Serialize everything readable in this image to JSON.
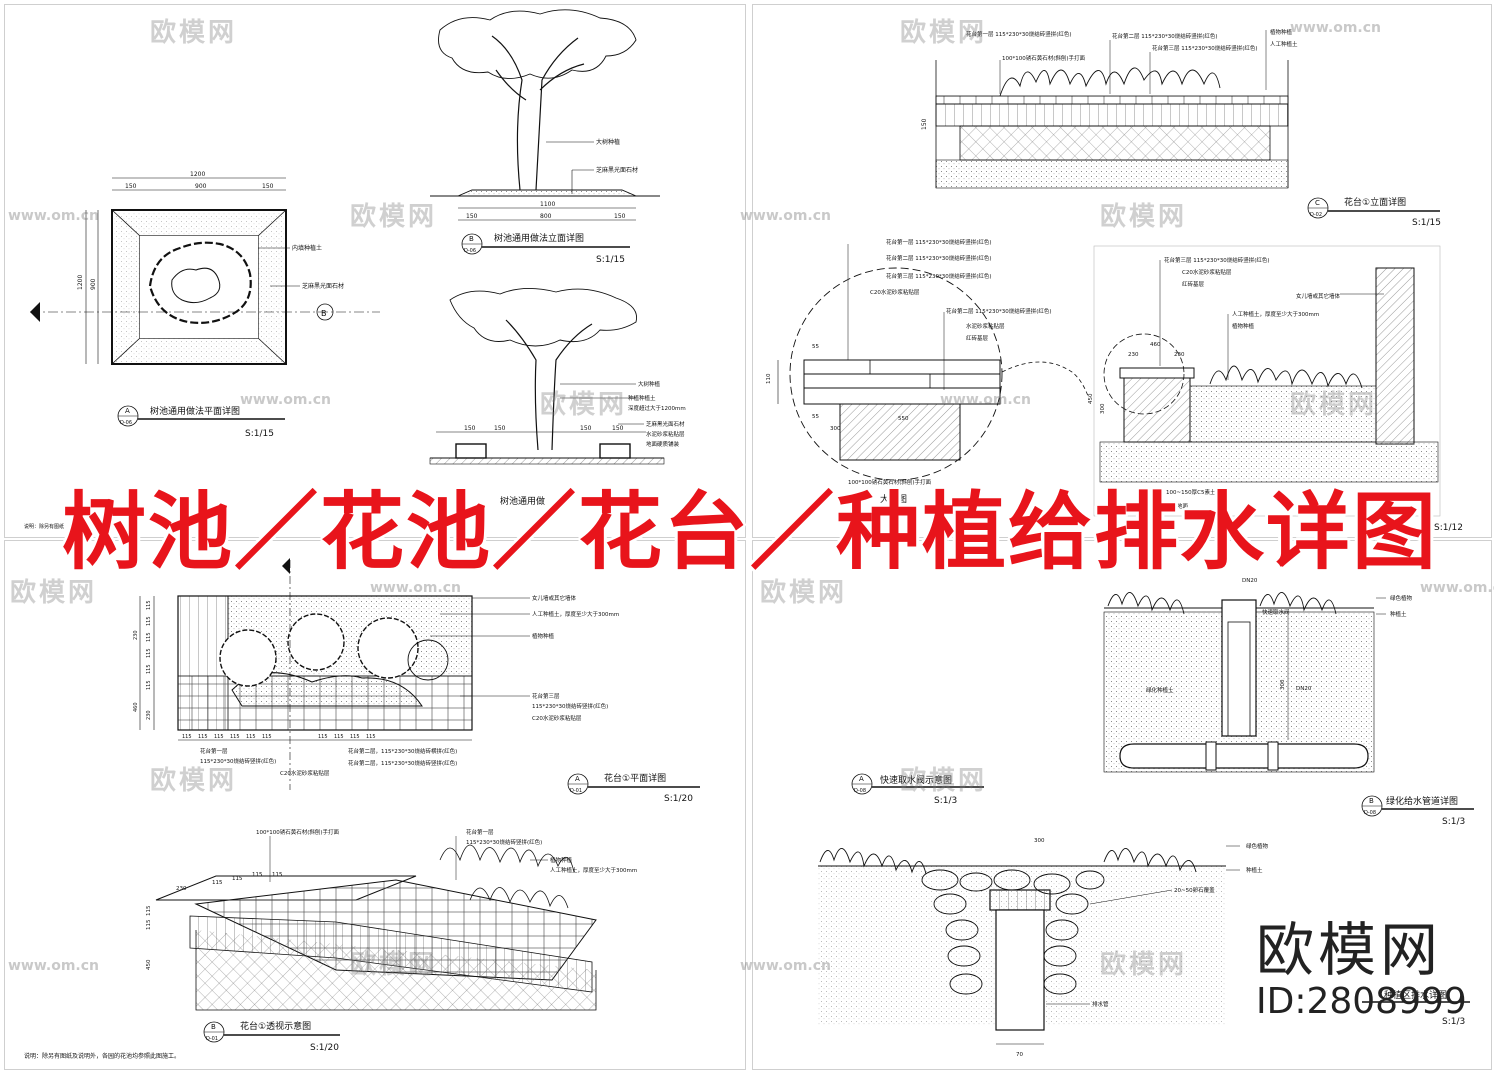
{
  "title": "树池／花池／花台／种植给排水详图",
  "brand": {
    "name": "欧模网",
    "id": "ID:2808999"
  },
  "watermark": {
    "logo_text": "欧模网",
    "url": "www.om.cn"
  },
  "drawings": {
    "tree_pit_plan": {
      "label": "树池通用做法平面详图",
      "ref_letter": "A",
      "ref_sheet": "D-06",
      "scale": "S:1/15",
      "dims": [
        "1200",
        "150",
        "900",
        "150",
        "150",
        "150"
      ],
      "dims_side": [
        "1200",
        "900"
      ],
      "notes": [
        "内填种植土",
        "芝麻黑光面石材"
      ]
    },
    "tree_pit_elev": {
      "label": "树池通用做法立面详图",
      "ref_letter": "B",
      "ref_sheet": "D-06",
      "scale": "S:1/15",
      "notes": [
        "大树种植",
        "芝麻黑光面石材"
      ],
      "dims": [
        "1100",
        "150",
        "800",
        "150"
      ]
    },
    "tree_pit_section": {
      "label": "树池通用做",
      "notes": [
        "大树种植",
        "种植种植土",
        "深度超过大于1200mm",
        "芝麻黑光面石材",
        "水泥砂浆粘贴层",
        "地面硬质铺装"
      ],
      "dims": [
        "150",
        "150",
        "150",
        "150"
      ]
    },
    "planter_elev": {
      "label": "花台①立面详图",
      "ref_letter": "C",
      "ref_sheet": "D-02",
      "scale": "S:1/15",
      "notes": [
        "花台第二层 115*230*30烧结砖竖拼(红色)",
        "花台第三层 115*230*30烧结砖竖拼(红色)",
        "100*100锈石黄石材(斜刨)手打面",
        "花台第一层 115*230*30烧结砖竖拼(红色)",
        "植物种植",
        "人工种植土"
      ],
      "dims": [
        "150"
      ]
    },
    "planter_detail": {
      "label": "大样图",
      "scale": "S:1/12",
      "notes": [
        "花台第一层 115*230*30烧结砖竖拼(红色)",
        "花台第二层 115*230*30烧结砖竖拼(红色)",
        "花台第三层 115*230*30烧结砖竖拼(红色)",
        "C20水泥砂浆粘贴层",
        "花台第二层 115*230*30烧结砖竖拼(红色)",
        "水泥砂浆粘贴层",
        "红砖基层",
        "100*100锈石黄石材(斜刨)手打面"
      ],
      "dims": [
        "55",
        "110",
        "55",
        "300",
        "550"
      ]
    },
    "planter_section": {
      "notes": [
        "花台第三层 115*230*30烧结砖竖拼(红色)",
        "C20水泥砂浆粘贴层",
        "红砖基层",
        "女儿墙或其它墙体",
        "人工种植土，厚度至少大于300mm",
        "植物种植",
        "100~150厚C5素土层",
        "原有地面"
      ],
      "dims": [
        "230",
        "460",
        "230",
        "300",
        "450"
      ]
    },
    "planter_plan": {
      "label": "花台①平面详图",
      "ref_letter": "A",
      "ref_sheet": "D-01",
      "scale": "S:1/20",
      "notes": [
        "女儿墙或其它墙体",
        "人工种植土，厚度至少大于300mm",
        "植物种植",
        "花台第三层",
        "115*230*30烧结砖竖拼(红色)",
        "C20水泥砂浆粘贴层",
        "花台第一层",
        "115*230*30烧结砖竖拼(红色)",
        "C20水泥砂浆粘贴层",
        "花台第二层，115*230*30烧结砖横拼(红色)",
        "花台第二层，115*230*30烧结砖竖拼(红色)"
      ],
      "dims_v": [
        "115",
        "115",
        "115",
        "115",
        "115",
        "115",
        "230",
        "460",
        "230"
      ],
      "dims_h": [
        "115",
        "115",
        "115",
        "115",
        "115",
        "115",
        "115",
        "115",
        "115",
        "115"
      ]
    },
    "planter_persp": {
      "label": "花台①透视示意图",
      "ref_letter": "B",
      "ref_sheet": "D-01",
      "scale": "S:1/20",
      "notes": [
        "100*100锈石黄石材(斜刨)手打面",
        "花台第一层",
        "115*230*30烧结砖竖拼(红色)",
        "植物种植",
        "人工种植土，厚度至少大于300mm"
      ],
      "dims": [
        "230",
        "115",
        "115",
        "115",
        "115"
      ],
      "dims_v": [
        "115",
        "115",
        "450"
      ]
    },
    "quick_valve": {
      "label": "快速取水阀示意图",
      "ref_letter": "A",
      "ref_sheet": "D-08",
      "scale": "S:1/3",
      "notes": [
        "DN20",
        "快速取水阀",
        "绿色植物",
        "种植土",
        "绿化种植土",
        "DN20"
      ],
      "dims": [
        "300",
        "300"
      ]
    },
    "pipe_detail": {
      "label": "绿化给水管道详图",
      "ref_letter": "B",
      "ref_sheet": "D-08",
      "scale": "S:1/3"
    },
    "drain_detail": {
      "label": "种植区排水详图",
      "scale": "S:1/3",
      "notes": [
        "绿色植物",
        "种植土",
        "20~50卵石覆盖",
        "排水管"
      ],
      "dims": [
        "300",
        "70"
      ]
    },
    "note_left": "说明：除另有图纸及说明外，各园的花池均参照此图施工。",
    "note_top": "说明：除另有图纸"
  }
}
